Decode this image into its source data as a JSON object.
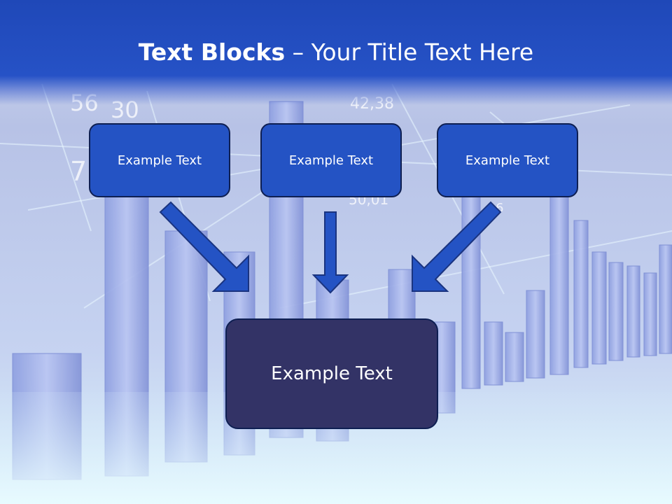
{
  "slide": {
    "title_bold": "Text Blocks",
    "title_rest": " – Your Title Text Here",
    "blocks": [
      {
        "label": "Example Text"
      },
      {
        "label": "Example Text"
      },
      {
        "label": "Example Text"
      }
    ],
    "target_block": {
      "label": "Example Text"
    }
  },
  "background": {
    "figures": [
      "56",
      "30",
      "42,38",
      "7",
      "50,01",
      "6"
    ]
  },
  "colors": {
    "title_band": "#2652c6",
    "block_fill": "#2453c4",
    "block_border": "#0e1f52",
    "target_fill": "#333366",
    "arrow_fill": "#2453c4",
    "arrow_stroke": "#1a3480"
  },
  "icons": {
    "arrow": "arrow-down-right-icon, arrow-down-icon, arrow-down-left-icon"
  }
}
